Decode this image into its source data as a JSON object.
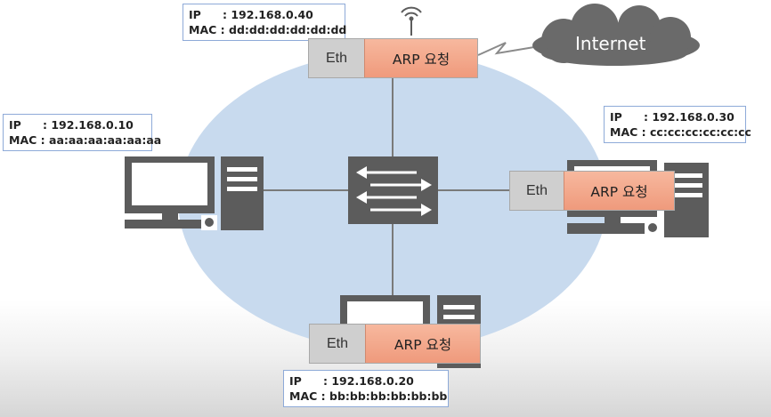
{
  "internet": {
    "label": "Internet"
  },
  "hosts": {
    "top": {
      "ip_label": "IP",
      "ip": ": 192.168.0.40",
      "mac_label": "MAC",
      "mac": ": dd:dd:dd:dd:dd:dd"
    },
    "left": {
      "ip_label": "IP",
      "ip": ": 192.168.0.10",
      "mac_label": "MAC",
      "mac": ": aa:aa:aa:aa:aa:aa"
    },
    "right": {
      "ip_label": "IP",
      "ip": ": 192.168.0.30",
      "mac_label": "MAC",
      "mac": ": cc:cc:cc:cc:cc:cc"
    },
    "bottom": {
      "ip_label": "IP",
      "ip": ": 192.168.0.20",
      "mac_label": "MAC",
      "mac": ": bb:bb:bb:bb:bb:bb"
    }
  },
  "frames": {
    "top": {
      "eth": "Eth",
      "payload": "ARP 요청"
    },
    "right": {
      "eth": "Eth",
      "payload": "ARP 요청"
    },
    "bottom": {
      "eth": "Eth",
      "payload": "ARP 요청"
    }
  },
  "colors": {
    "network_ellipse": "#c8daee",
    "device": "#5c5c5c",
    "link_line": "#7a7a7a",
    "cloud": "#6a6a6a",
    "arp_fill": "#f4a98b",
    "eth_fill": "#cfcfcf"
  }
}
